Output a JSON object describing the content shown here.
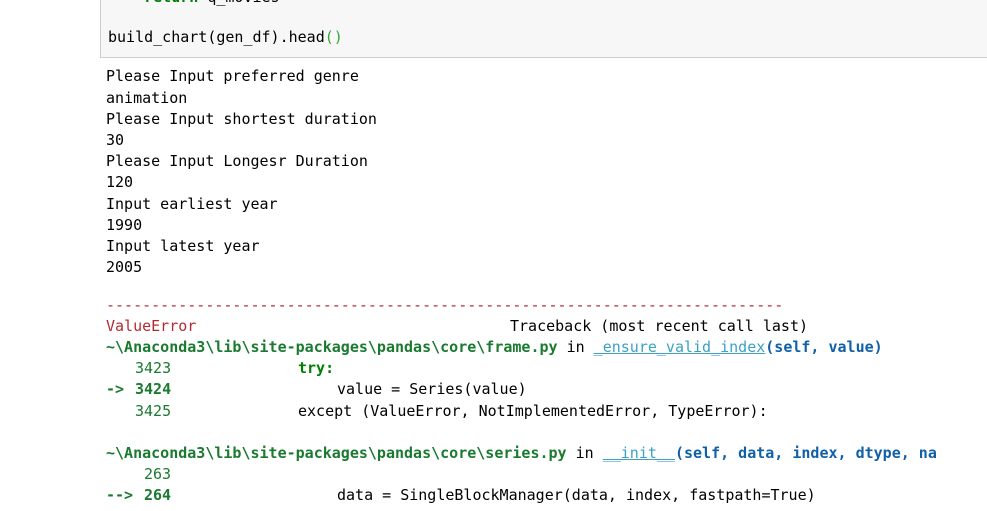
{
  "cell": {
    "partial_line": {
      "kw": "return",
      "rest": " q_movies"
    },
    "call_code": {
      "pre": "build_chart(gen_df).head",
      "parens": "()"
    }
  },
  "stdout": [
    "Please Input preferred genre",
    "animation",
    "Please Input shortest duration",
    "30",
    "Please Input Longesr Duration",
    "120",
    "Input earliest year",
    "1990",
    "Input latest year",
    "2005"
  ],
  "traceback": {
    "separator": "---------------------------------------------------------------------------",
    "error_type": "ValueError",
    "header": "Traceback (most recent call last)",
    "frames": [
      {
        "path": "~\\Anaconda3\\lib\\site-packages\\pandas\\core\\frame.py",
        "in_word": " in ",
        "func": "_ensure_valid_index",
        "args": "(self, value)",
        "lines": [
          {
            "num": "3423",
            "arrow": "",
            "code": "try:"
          },
          {
            "num": "3424",
            "arrow": "-> ",
            "code": "value = Series(value)"
          },
          {
            "num": "3425",
            "arrow": "",
            "code": "except (ValueError, NotImplementedError, TypeError):"
          }
        ]
      },
      {
        "path": "~\\Anaconda3\\lib\\site-packages\\pandas\\core\\series.py",
        "in_word": " in ",
        "func": "__init__",
        "args": "(self, data, index, dtype, na",
        "lines": [
          {
            "num": "263",
            "arrow": "",
            "code": ""
          },
          {
            "num": "264",
            "arrow": "--> ",
            "code": "data = SingleBlockManager(data, index, fastpath=True)"
          }
        ]
      }
    ]
  }
}
